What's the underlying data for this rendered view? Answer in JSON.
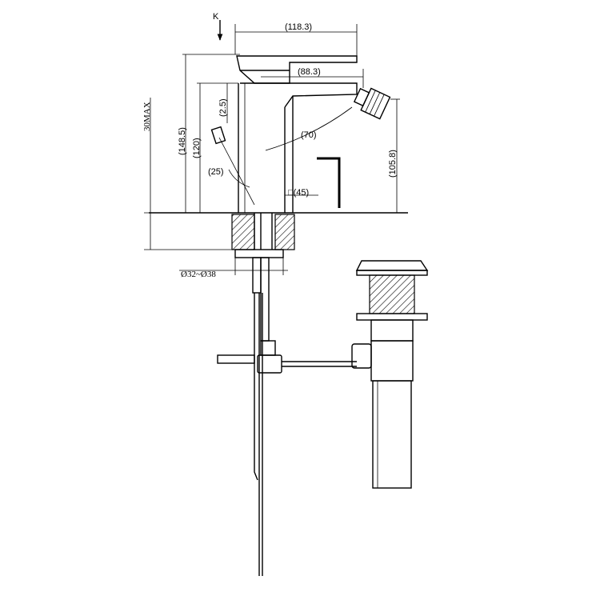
{
  "drawing": {
    "view_marker": "K",
    "dimensions": {
      "total_width": "(118.3)",
      "spout_reach": "(88.3)",
      "max_thickness": "30MAX",
      "total_height": "(148.5)",
      "spout_height": "(120)",
      "handle_gap": "(2.5)",
      "rotation_angle": "(70)",
      "lever_angle": "(25)",
      "square_base": "□(45)",
      "outlet_height": "(105.8)",
      "hole_diameter": "Ø32~Ø38"
    }
  }
}
